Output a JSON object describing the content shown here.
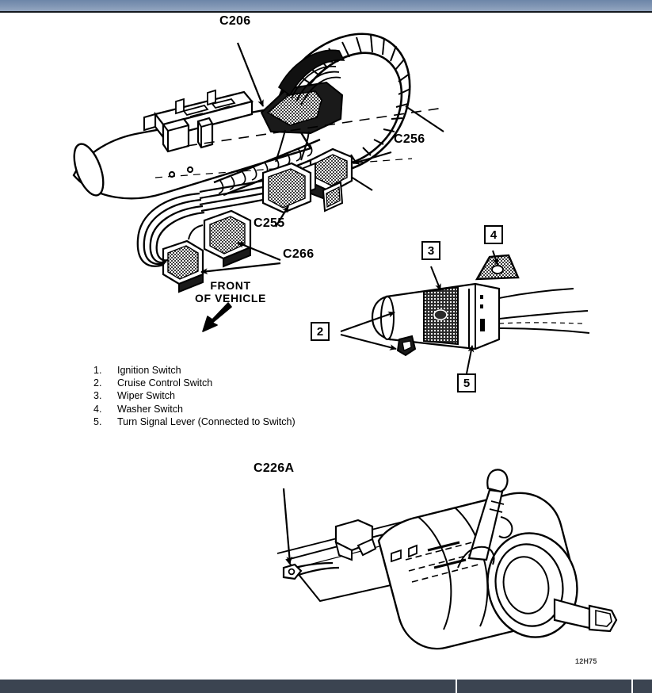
{
  "page": {
    "figure_id": "12H75"
  },
  "chrome": {
    "top_bar_color": "#7d93b2",
    "bottom_bar_color": "#3b4451"
  },
  "diagram_top": {
    "name": "steering-column-connector-locations",
    "connectors": [
      {
        "id": "c206",
        "label": "C206"
      },
      {
        "id": "c256",
        "label": "C256"
      },
      {
        "id": "c255",
        "label": "C255"
      },
      {
        "id": "c266",
        "label": "C266"
      }
    ],
    "orientation_note": {
      "line1": "FRONT",
      "line2": "OF VEHICLE"
    }
  },
  "diagram_switch": {
    "name": "multifunction-switch-detail",
    "callouts": [
      {
        "number": "2"
      },
      {
        "number": "3"
      },
      {
        "number": "4"
      },
      {
        "number": "5"
      }
    ]
  },
  "legend": {
    "items": [
      {
        "num": "1.",
        "label": "Ignition Switch"
      },
      {
        "num": "2.",
        "label": "Cruise Control Switch"
      },
      {
        "num": "3.",
        "label": "Wiper Switch"
      },
      {
        "num": "4.",
        "label": "Washer Switch"
      },
      {
        "num": "5.",
        "label": "Turn Signal Lever (Connected to Switch)"
      }
    ]
  },
  "diagram_bottom": {
    "name": "steering-column-lower-view",
    "connectors": [
      {
        "id": "c226a",
        "label": "C226A"
      }
    ]
  }
}
